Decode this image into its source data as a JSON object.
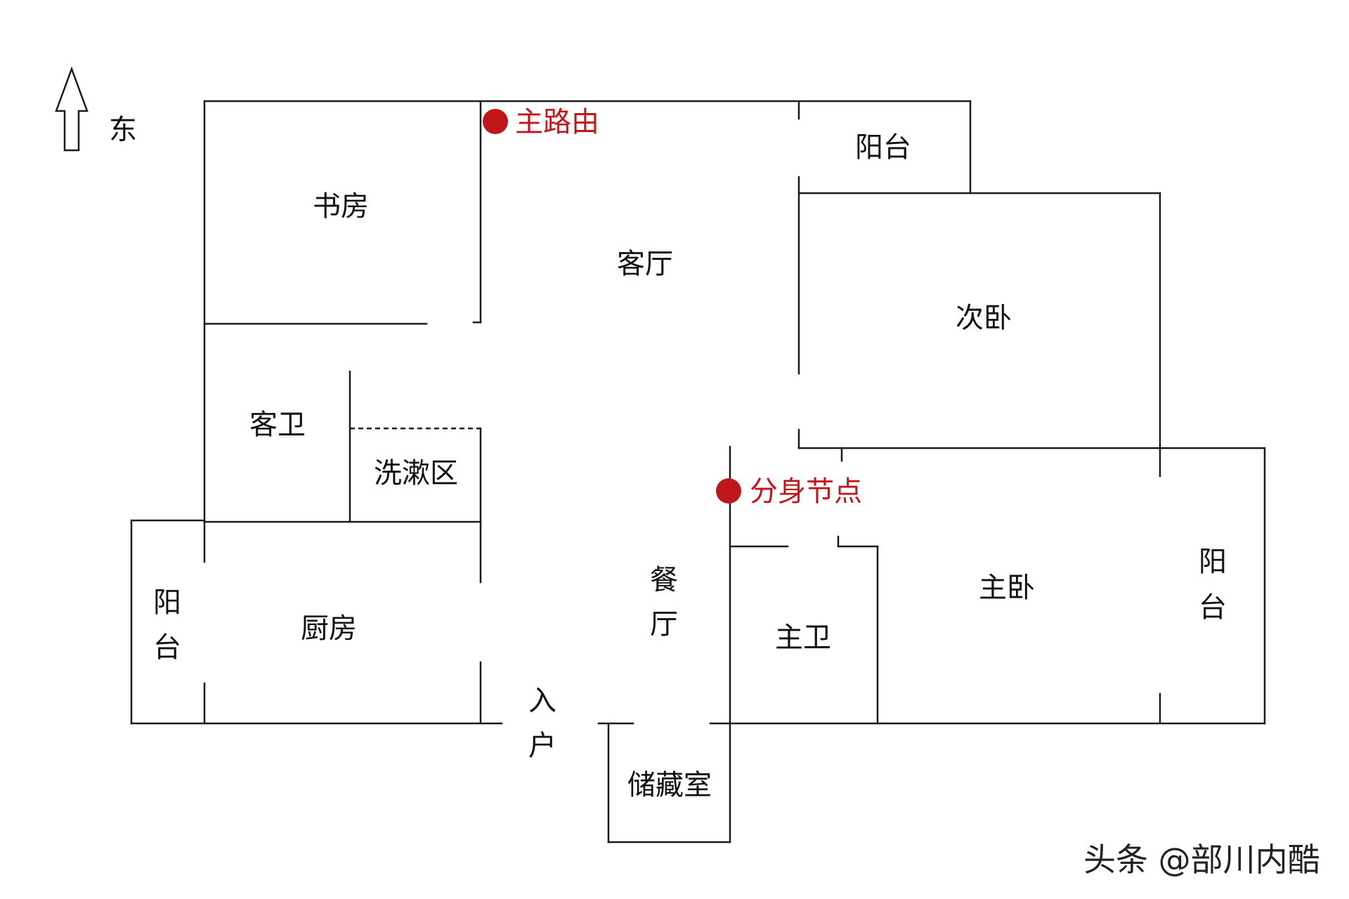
{
  "compass": {
    "direction_label": "东",
    "icon": "up-arrow-icon"
  },
  "rooms": {
    "study": "书房",
    "living_room": "客厅",
    "balcony_top": "阳台",
    "second_bedroom": "次卧",
    "guest_bathroom": "客卫",
    "wash_area": "洗漱区",
    "kitchen": "厨房",
    "balcony_left_1": "阳",
    "balcony_left_2": "台",
    "dining_1": "餐",
    "dining_2": "厅",
    "master_bathroom": "主卫",
    "master_bedroom": "主卧",
    "balcony_right_1": "阳",
    "balcony_right_2": "台",
    "entrance_1": "入",
    "entrance_2": "户",
    "storage": "储藏室"
  },
  "markers": {
    "main_router": {
      "label": "主路由",
      "color": "#c0171c"
    },
    "satellite_node": {
      "label": "分身节点",
      "color": "#c0171c"
    }
  },
  "watermark": "头条 @部川内酷"
}
